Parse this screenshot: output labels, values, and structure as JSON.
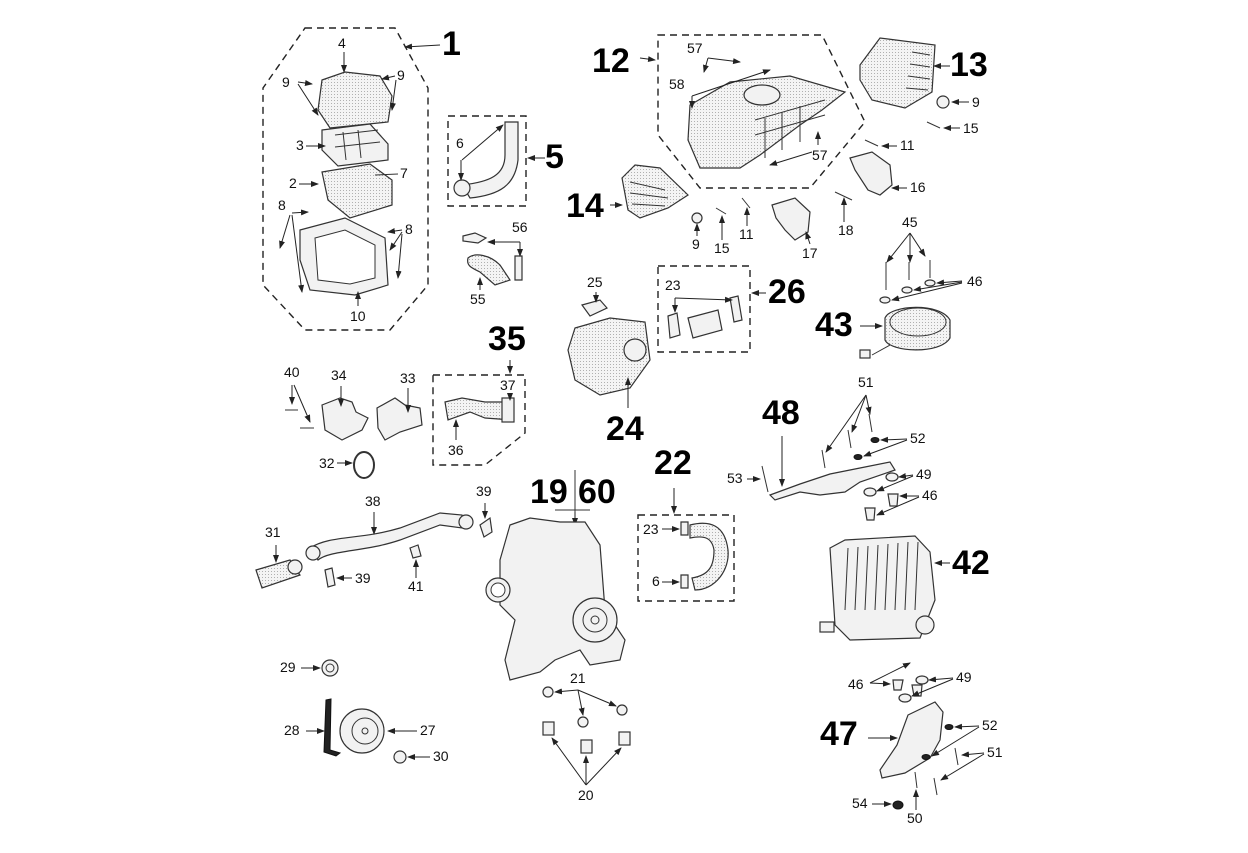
{
  "diagram": {
    "title": "Exploded parts diagram — air intake, cooling and engine accessories",
    "background": "#ffffff",
    "assembly_labels": {
      "a1": "1",
      "a5": "5",
      "a12": "12",
      "a13": "13",
      "a14": "14",
      "a19_60_left": "19",
      "a19_60_right": "60",
      "a22": "22",
      "a24": "24",
      "a26": "26",
      "a35": "35",
      "a42": "42",
      "a43": "43",
      "a47": "47",
      "a48": "48"
    },
    "part_labels": {
      "p4": "4",
      "p9a": "9",
      "p9b": "9",
      "p3": "3",
      "p2": "2",
      "p7": "7",
      "p8a": "8",
      "p8b": "8",
      "p10": "10",
      "p6": "6",
      "p56": "56",
      "p55": "55",
      "p57a": "57",
      "p58": "58",
      "p57b": "57",
      "p9c": "9",
      "p15a": "15",
      "p11a": "11",
      "p16": "16",
      "p18": "18",
      "p9d": "9",
      "p15b": "15",
      "p11b": "11",
      "p17": "17",
      "p25": "25",
      "p23a": "23",
      "p45": "45",
      "p46a": "46",
      "p40": "40",
      "p34": "34",
      "p33": "33",
      "p32": "32",
      "p37": "37",
      "p36": "36",
      "p38": "38",
      "p39a": "39",
      "p31": "31",
      "p39b": "39",
      "p41": "41",
      "p51a": "51",
      "p52a": "52",
      "p53": "53",
      "p49a": "49",
      "p46b": "46",
      "p23b": "23",
      "p6b": "6",
      "p21": "21",
      "p20": "20",
      "p29": "29",
      "p28": "28",
      "p27": "27",
      "p30": "30",
      "p46c": "46",
      "p49b": "49",
      "p52b": "52",
      "p51b": "51",
      "p54": "54",
      "p50": "50"
    }
  }
}
